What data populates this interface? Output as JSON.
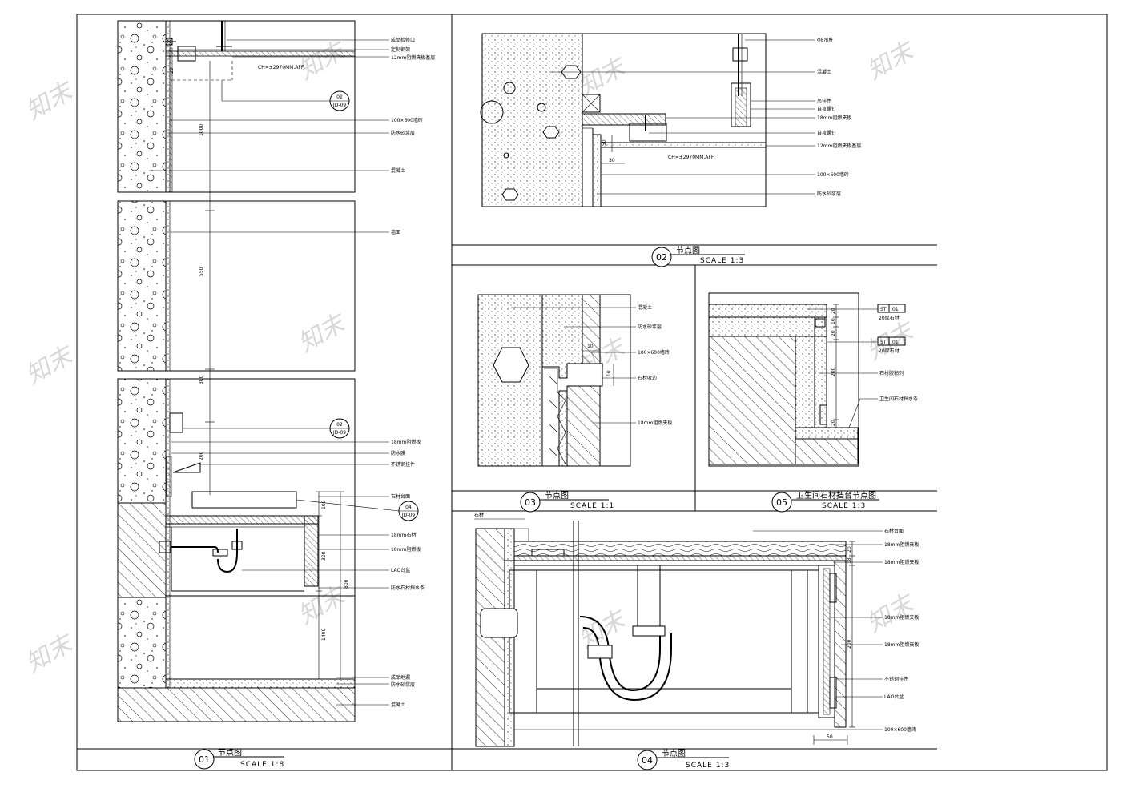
{
  "watermark": "知末",
  "details": {
    "d01": {
      "number": "01",
      "title": "节点图",
      "scale": "SCALE   1:8",
      "labels": [
        "成品检修口",
        "定制钢架",
        "12mm阻燃夹板基层",
        "CH=±2970MM.AFF",
        "100×600墙砖",
        "防水砂浆层",
        "混凝土",
        "墙面",
        "18mm阻燃板",
        "防水膜",
        "不锈钢挂件",
        "石材台面",
        "18mm石材",
        "18mm阻燃板",
        "LAO台盆",
        "防水石材挡水条",
        "成品地漏",
        "防水砂浆层",
        "混凝土"
      ],
      "dims": [
        "1000",
        "550",
        "300",
        "200",
        "100",
        "300",
        "800",
        "1400",
        "20"
      ],
      "refs": [
        {
          "top": "02",
          "bottom": "JD-09"
        },
        {
          "top": "02",
          "bottom": "JD-09"
        },
        {
          "top": "04",
          "bottom": "JD-09"
        }
      ]
    },
    "d02": {
      "number": "02",
      "title": "节点图",
      "scale": "SCALE    1:3",
      "labels": [
        "Φ8吊杆",
        "混凝土",
        "吊挂件",
        "自攻螺钉",
        "18mm阻燃夹板",
        "自攻螺钉",
        "12mm阻燃夹板基层",
        "100×600墙砖",
        "防水砂浆层",
        "CH=±2970MM.AFF"
      ],
      "dims": [
        "50",
        "30"
      ]
    },
    "d03": {
      "number": "03",
      "title": "节点图",
      "scale": "SCALE    1:1",
      "labels": [
        "混凝土",
        "防水砂浆层",
        "100×600墙砖",
        "石材收边",
        "18mm阻燃夹板"
      ],
      "dims": [
        "10",
        "10"
      ]
    },
    "d04": {
      "number": "04",
      "title": "节点图",
      "scale": "SCALE    1:3",
      "labels": [
        "石材",
        "石材台面",
        "18mm阻燃夹板",
        "18mm阻燃夹板",
        "18mm阻燃夹板",
        "18mm阻燃夹板",
        "不锈钢挂件",
        "LAO台盆",
        "100×600墙砖"
      ],
      "dims": [
        "20",
        "18",
        "200",
        "50"
      ]
    },
    "d05": {
      "number": "05",
      "title": "卫生间石材挡台节点图",
      "scale": "SCALE    1:3",
      "tag1": {
        "code": "ST",
        "num": "01",
        "desc": "20厚石材"
      },
      "tag2": {
        "code": "ST",
        "num": "01",
        "desc": "20厚石材"
      },
      "labels": [
        "石材胶粘剂",
        "卫生间石材挡水条"
      ],
      "dims": [
        "20",
        "10",
        "20",
        "200",
        "20"
      ]
    }
  }
}
